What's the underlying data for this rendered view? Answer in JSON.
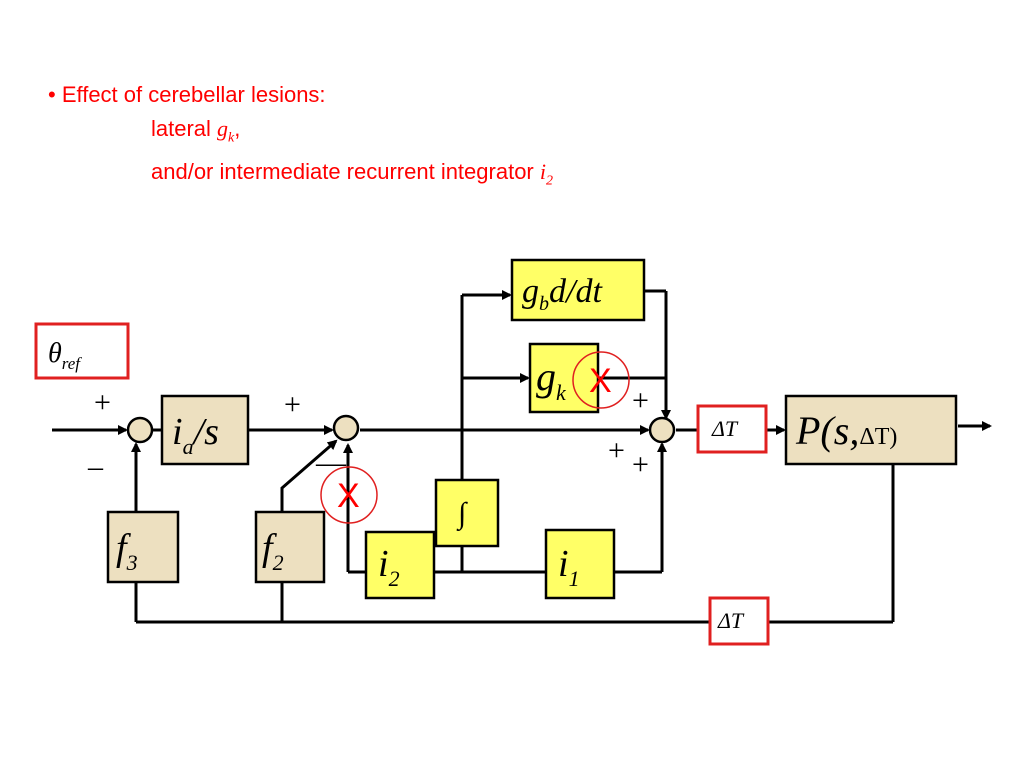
{
  "slide": {
    "bullet": "• Effect of cerebellar lesions:",
    "line2_text": "lateral ",
    "line2_sym": "g",
    "line2_sub": "k",
    "line2_tail": ",",
    "line3_text": "and/or intermediate recurrent integrator ",
    "line3_sym": "i",
    "line3_sub": "2"
  },
  "diagram": {
    "theta_ref": {
      "sym": "θ",
      "sub": "ref"
    },
    "ia_s": {
      "sym": "i",
      "sub": "a",
      "tail": "/s"
    },
    "f3": {
      "sym": "f",
      "sub": "3"
    },
    "f2": {
      "sym": "f",
      "sub": "2"
    },
    "i2": {
      "sym": "i",
      "sub": "2"
    },
    "i1": {
      "sym": "i",
      "sub": "1"
    },
    "integral": "∫",
    "gbddt": {
      "sym": "g",
      "sub": "b",
      "tail": "d/dt"
    },
    "gk": {
      "sym": "g",
      "sub": "k"
    },
    "deltaT_top": "ΔT",
    "deltaT_bottom": "ΔT",
    "plant": {
      "text": "P(s,",
      "delta": "ΔT",
      "close": ")"
    },
    "signs": {
      "sum1_plus": "+",
      "sum1_minus": "–",
      "sum2_plus": "+",
      "sum2_minus": "—",
      "sum3_plus_top": "+",
      "sum3_plus_mid": "+",
      "sum3_plus_low": "+"
    },
    "lesion_mark": "X",
    "colors": {
      "block": "#ede0c0",
      "cerebellar_block": "#ffff66",
      "highlight": "#e02020",
      "text_red": "#ff0000"
    }
  }
}
